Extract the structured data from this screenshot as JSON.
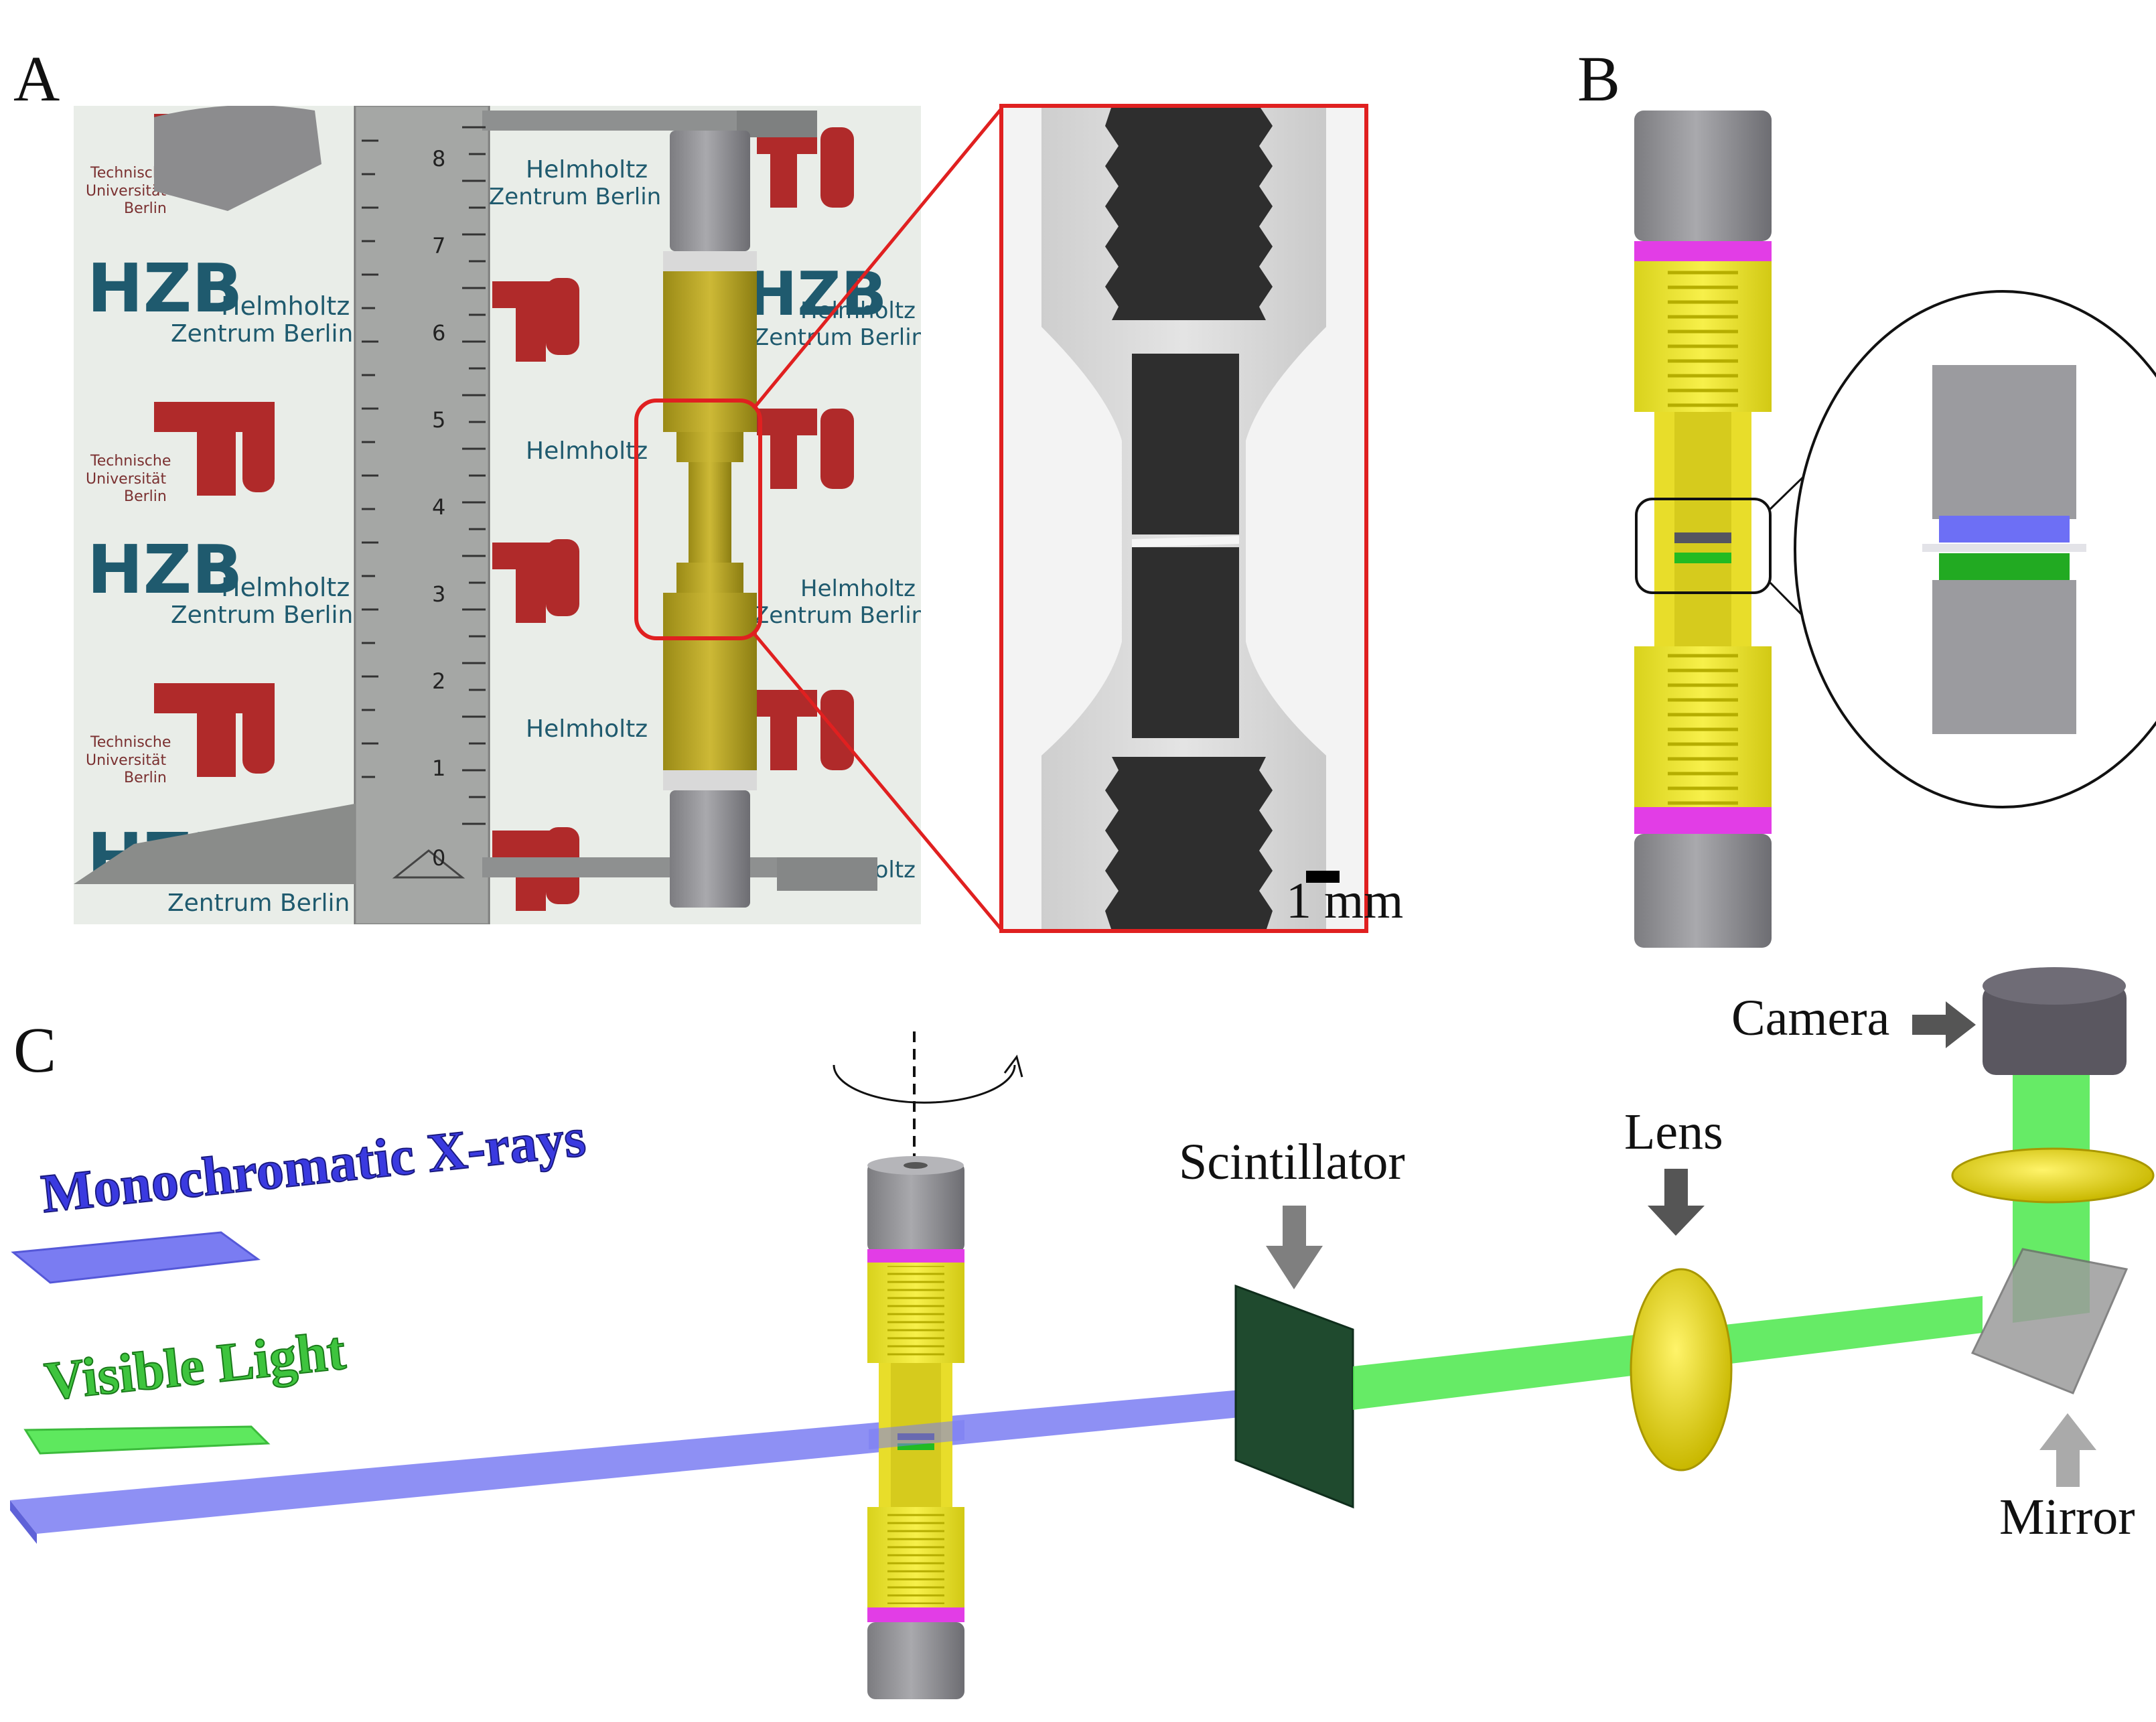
{
  "panels": {
    "a": "A",
    "b": "B",
    "c": "C"
  },
  "panel_a": {
    "scale_bar_label": "1 mm",
    "background_logos": {
      "hzb": "HZB",
      "helmholtz": "Helmholtz",
      "zentrum_berlin": "Zentrum Berlin",
      "tu_line1": "Technische",
      "tu_line2": "Universität",
      "tu_line3": "Berlin",
      "tu_berlin": "berlin"
    },
    "ruler_ticks": [
      "0",
      "1",
      "2",
      "3",
      "4",
      "5",
      "6",
      "7",
      "8"
    ]
  },
  "panel_c": {
    "legend_xray": "Monochromatic X-rays",
    "legend_visible": "Visible Light",
    "scintillator": "Scintillator",
    "lens": "Lens",
    "camera": "Camera",
    "mirror": "Mirror"
  },
  "colors": {
    "xray_beam": "#6f73f2",
    "visible_beam": "#4be84b",
    "yellow_part": "#f2ea2a",
    "magenta_ring": "#e23de6",
    "steel_gray": "#8e8e92",
    "red_frame": "#e02020",
    "scintillator": "#1f4a2e",
    "camera": "#5a5760"
  }
}
